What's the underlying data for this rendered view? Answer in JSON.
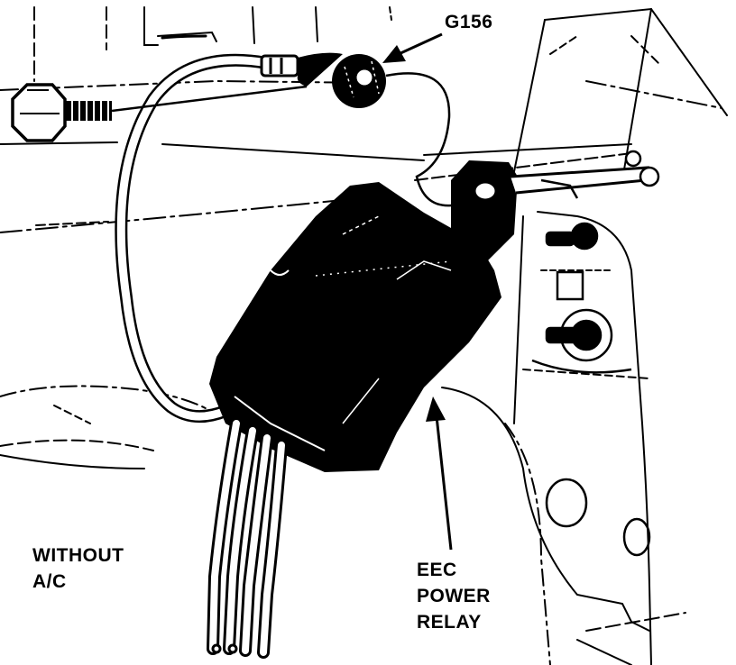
{
  "labels": {
    "ground": "G156",
    "variant": [
      "WITHOUT",
      "A/C"
    ],
    "component": [
      "EEC",
      "POWER",
      "RELAY"
    ]
  },
  "colors": {
    "ink": "#000000",
    "paper": "#ffffff"
  }
}
